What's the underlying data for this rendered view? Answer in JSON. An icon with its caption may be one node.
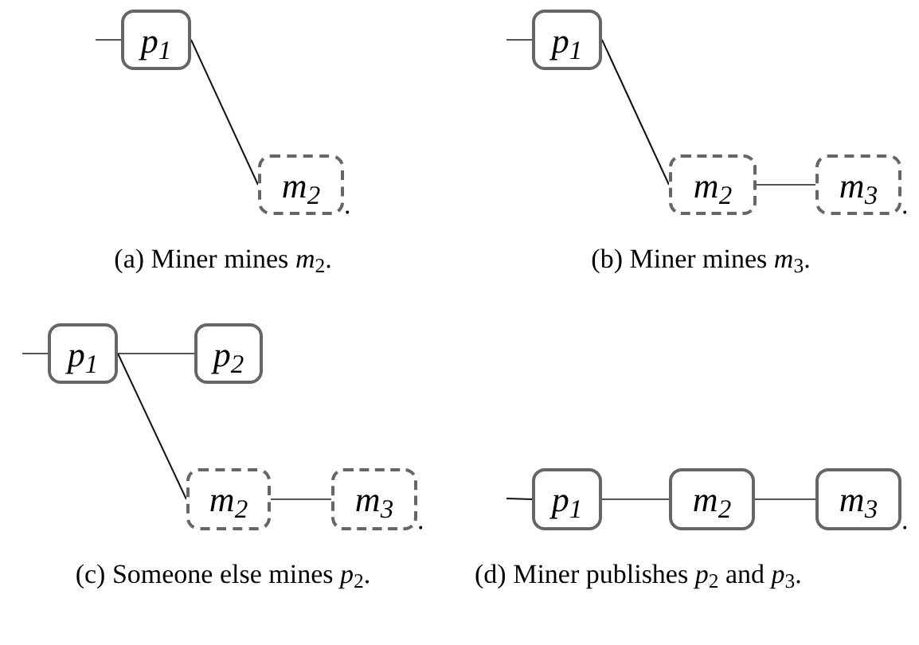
{
  "diagram": {
    "nodes": [
      {
        "text": [
          "*p*$_{1}$"
        ]
      },
      {
        "text": [
          "*m*$_{2}$"
        ]
      },
      {
        "text": [
          "*p*$_{1}$"
        ]
      },
      {
        "text": [
          "*m*$_{2}$"
        ]
      },
      {
        "text": [
          "*m*$_{3}$"
        ]
      },
      {
        "text": [
          "*p*$_{1}$"
        ]
      },
      {
        "text": [
          "*p*$_{2}$"
        ]
      },
      {
        "text": [
          "*m*$_{2}$"
        ]
      },
      {
        "text": [
          "*m*$_{3}$"
        ]
      },
      {
        "text": [
          "*p*$_{1}$"
        ]
      },
      {
        "text": [
          "*m*$_{2}$"
        ]
      },
      {
        "text": [
          "*m*$_{3}$"
        ]
      }
    ],
    "edges": [
      {
        "from": null,
        "to": 0,
        "arrow": "none"
      },
      {
        "from": 0,
        "to": 1,
        "arrow": "none"
      },
      {
        "from": null,
        "to": 2,
        "arrow": "none"
      },
      {
        "from": 2,
        "to": 3,
        "arrow": "none"
      },
      {
        "from": 3,
        "to": 4,
        "arrow": "none"
      },
      {
        "from": null,
        "to": 5,
        "arrow": "none"
      },
      {
        "from": 5,
        "to": 6,
        "arrow": "none"
      },
      {
        "from": 5,
        "to": 7,
        "arrow": "none"
      },
      {
        "from": 7,
        "to": 8,
        "arrow": "none"
      },
      {
        "from": null,
        "to": 9,
        "arrow": "none"
      },
      {
        "from": 9,
        "to": 10,
        "arrow": "none"
      },
      {
        "from": 10,
        "to": 11,
        "arrow": "none"
      }
    ],
    "labels": [
      ".",
      "(a) Miner mines *m*$_{2}$.",
      ".",
      "(b) Miner mines *m*$_{3}$.",
      ".",
      "(c) Someone else mines *p*$_{2}$.",
      ".",
      "(d) Miner publishes *p*$_{2}$ and *p*$_{3}$."
    ]
  }
}
